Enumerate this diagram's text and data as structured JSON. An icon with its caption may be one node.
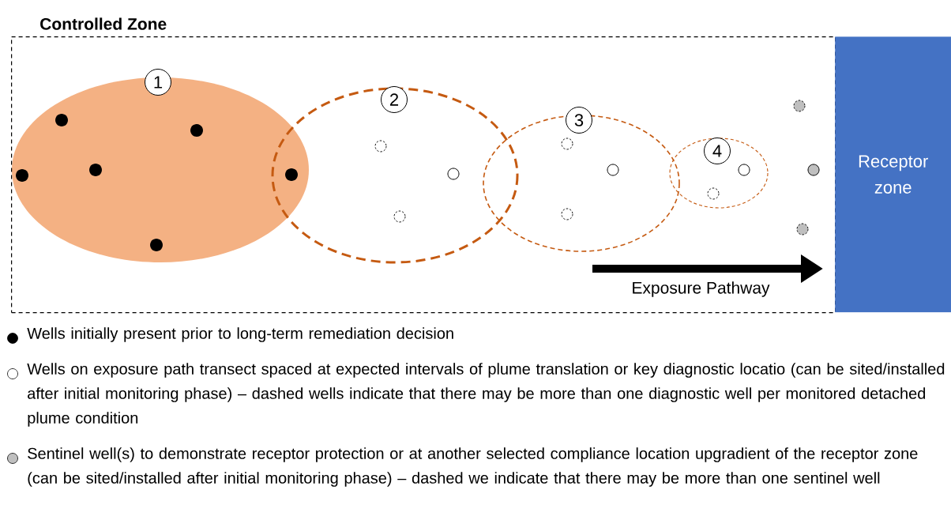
{
  "diagram": {
    "nodes": [
      {
        "text": [
          "Controlled Zone"
        ]
      },
      {
        "text": [
          "1"
        ],
        "in": 0
      },
      {
        "text": [
          "2"
        ],
        "in": 0
      },
      {
        "text": [
          "3"
        ],
        "in": 0
      },
      {
        "text": [
          "4"
        ],
        "in": 0
      },
      {
        "text": [
          "Receptor zone"
        ]
      }
    ],
    "edges": [
      {
        "from": null,
        "to": 5,
        "arrow": "to",
        "label": "Exposure Pathway"
      }
    ],
    "legend": [
      {
        "text": "Wells initially present prior to long-term remediation decision",
        "color": "#000000"
      },
      {
        "text": "Wells on exposure path transect spaced at expected intervals of plume translation or key diagnostic locatio (can be sited/installed after initial monitoring phase) – dashed wells indicate that there may be more than one diagnostic well per monitored detached plume condition"
      },
      {
        "text": "Sentinel well(s) to demonstrate receptor protection or at another selected compliance location upgradient of the receptor zone (can be sited/installed after initial monitoring phase) – dashed we indicate that there may be more than one sentinel well",
        "color": "#bfbfbf"
      }
    ]
  }
}
